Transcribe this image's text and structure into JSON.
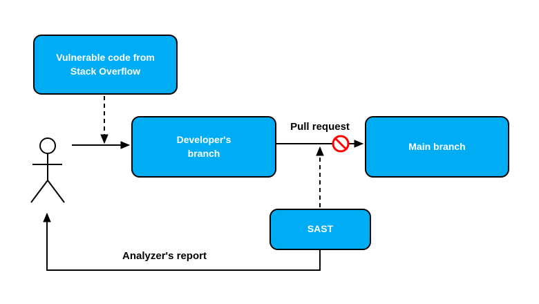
{
  "diagram": {
    "nodes": {
      "vulnerable_code": {
        "line1": "Vulnerable code from",
        "line2": "Stack Overflow"
      },
      "developer_branch": {
        "line1": "Developer's",
        "line2": "branch"
      },
      "main_branch": {
        "label": "Main branch"
      },
      "sast": {
        "label": "SAST"
      }
    },
    "edge_labels": {
      "pull_request": "Pull request",
      "analyzer_report": "Analyzer's report"
    },
    "icons": {
      "actor": "stick-figure-icon",
      "blocked": "prohibition-sign-icon"
    },
    "colors": {
      "background": "#ffffff",
      "node_fill": "#00ACF4",
      "node_stroke": "#000000",
      "node_text": "#ffffff",
      "connector": "#000000",
      "label_text": "#000000",
      "prohibition": "#ff0000"
    }
  }
}
